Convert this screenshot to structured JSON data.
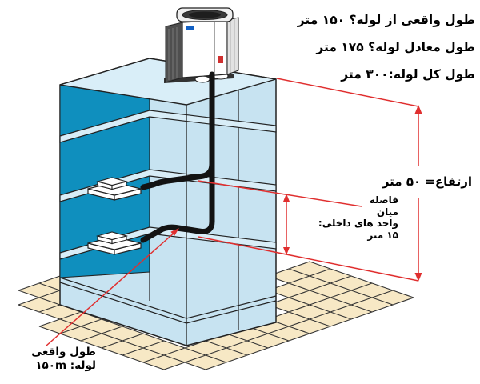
{
  "annotations": {
    "pipe_summary": {
      "actual_length": "طول واقعی از لوله؟ ۱۵۰ متر",
      "equivalent_length": "طول معادل لوله؟ ۱۷۵ متر",
      "total_length": "طول کل لوله:۳۰۰ متر"
    },
    "height_label": "ارتفاع= ۵۰ متر",
    "indoor_units_distance": {
      "line1": "فاصله",
      "line2": "میان",
      "line3": "واحد های داخلی:",
      "line4": "۱۵ متر"
    },
    "actual_pipe_length_callout": {
      "line1": "طول واقعی",
      "line2": "لوله: ۱۵۰m"
    }
  },
  "colors": {
    "wall_cut_teal": "#0F8FBE",
    "building_light_blue": "#C7E3F1",
    "roof_light_blue": "#D9EEF8",
    "slab_band_blue": "#D8EDF7",
    "tile_beige": "#F7E8C5",
    "pipe_black": "#131313",
    "annotation_red": "#E02F2F"
  }
}
